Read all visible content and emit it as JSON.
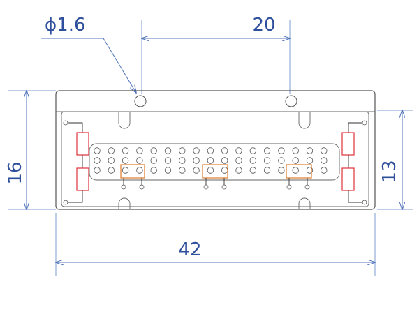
{
  "dimensions": {
    "hole_dia": "ϕ1.6",
    "hole_pitch": "20",
    "width": "42",
    "height_left": "16",
    "height_right": "13"
  },
  "colors": {
    "dimension": "#2e4f9c",
    "resistor": "#e0313a",
    "highlight": "#e07a28"
  },
  "pin_grid": {
    "rows": 3,
    "cols": 17
  }
}
